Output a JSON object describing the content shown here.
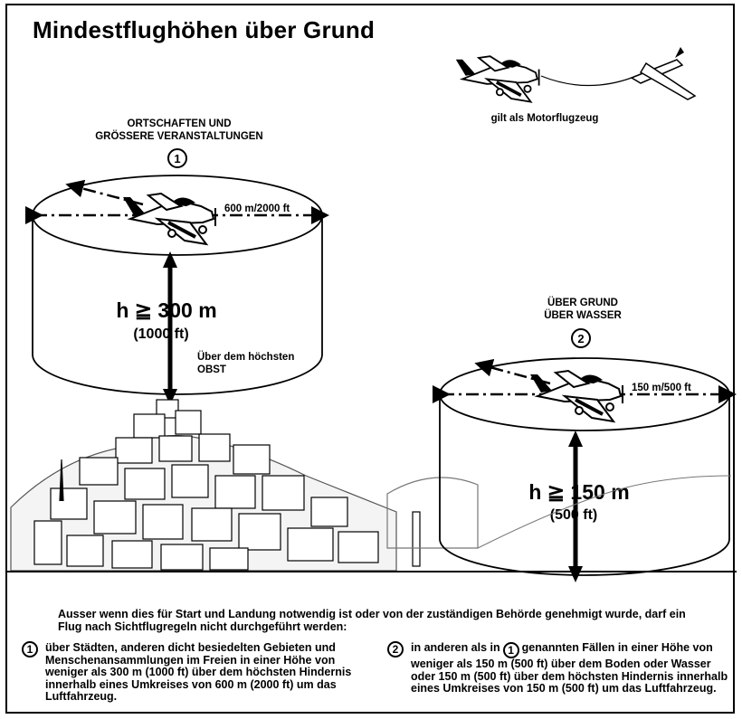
{
  "title": "Mindestflughöhen über Grund",
  "tow_caption": "gilt als Motorflugzeug",
  "zone1": {
    "label_line1": "ORTSCHAFTEN UND",
    "label_line2": "GRÖSSERE VERANSTALTUNGEN",
    "number": "1",
    "radius": "600 m/2000 ft",
    "height_main": "h ≧ 300 m",
    "height_ft": "(1000 ft)",
    "obst_line1": "Über dem höchsten",
    "obst_line2": "OBST"
  },
  "zone2": {
    "label_line1": "ÜBER GRUND",
    "label_line2": "ÜBER WASSER",
    "number": "2",
    "radius": "150 m/500 ft",
    "height_main": "h ≧ 150 m",
    "height_ft": "(500 ft)"
  },
  "intro_text": "Ausser wenn dies für Start und Landung notwendig ist oder von der zuständigen Behörde genehmigt wurde, darf ein Flug nach Sichtflugregeln nicht durchgeführt werden:",
  "rule1": {
    "number": "1",
    "text": "über Städten, anderen dicht besiedelten Gebieten und Menschenansammlungen im Freien in einer Höhe von weniger als 300 m (1000 ft) über dem höchsten Hindernis innerhalb eines Umkreises von 600 m (2000 ft) um das Luftfahrzeug."
  },
  "rule2": {
    "number": "2",
    "text_pre": "in anderen als in",
    "inline_number": "1",
    "text_post": "genannten Fällen in einer Höhe von weniger als 150 m (500 ft) über dem Boden oder Wasser oder 150 m (500 ft) über dem höchsten Hindernis innerhalb eines Umkreises von 150 m (500 ft) um das Luftfahrzeug."
  }
}
